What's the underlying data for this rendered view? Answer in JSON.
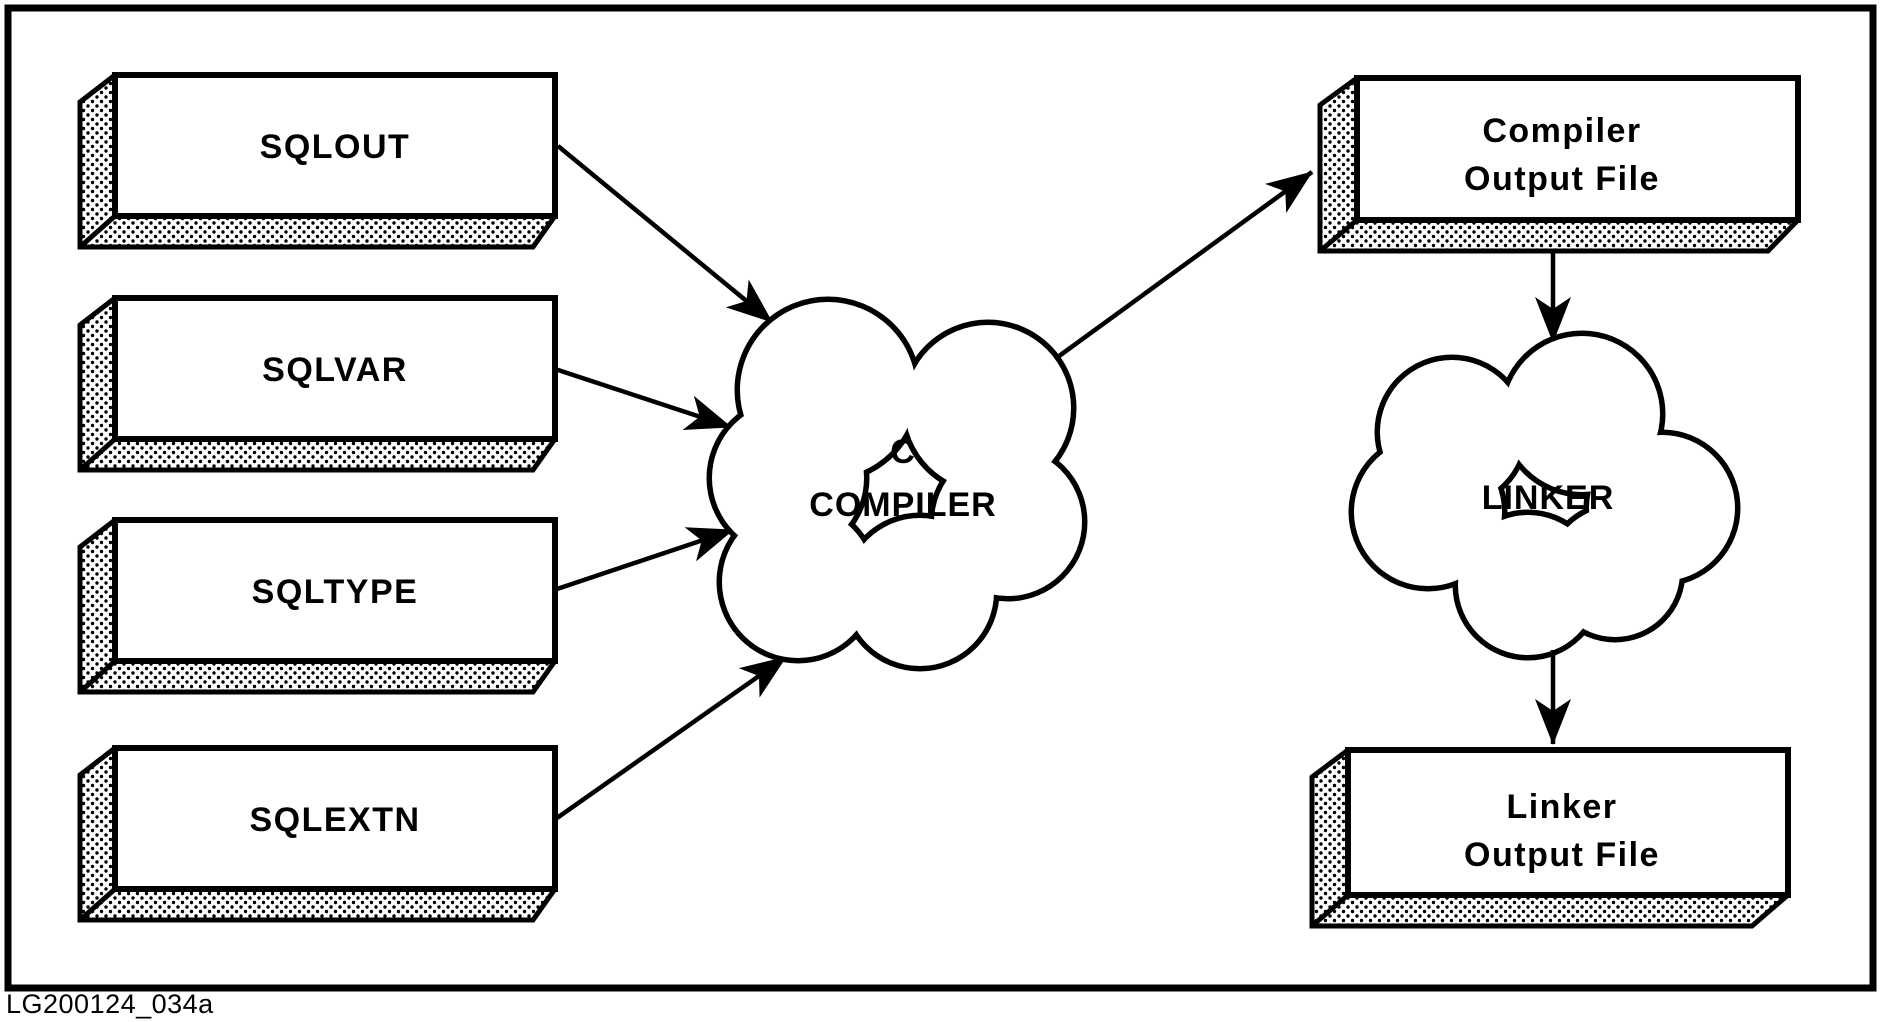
{
  "diagram": {
    "caption": "LG200124_034a",
    "colors": {
      "ink": "#000000",
      "paper": "#ffffff"
    },
    "source_boxes": [
      {
        "label": "SQLOUT"
      },
      {
        "label": "SQLVAR"
      },
      {
        "label": "SQLTYPE"
      },
      {
        "label": "SQLEXTN"
      }
    ],
    "compiler_cloud": {
      "line1": "C",
      "line2": "COMPILER"
    },
    "linker_cloud": {
      "label": "LINKER"
    },
    "compiler_output_box": {
      "line1": "Compiler",
      "line2": "Output File"
    },
    "linker_output_box": {
      "line1": "Linker",
      "line2": "Output File"
    }
  }
}
